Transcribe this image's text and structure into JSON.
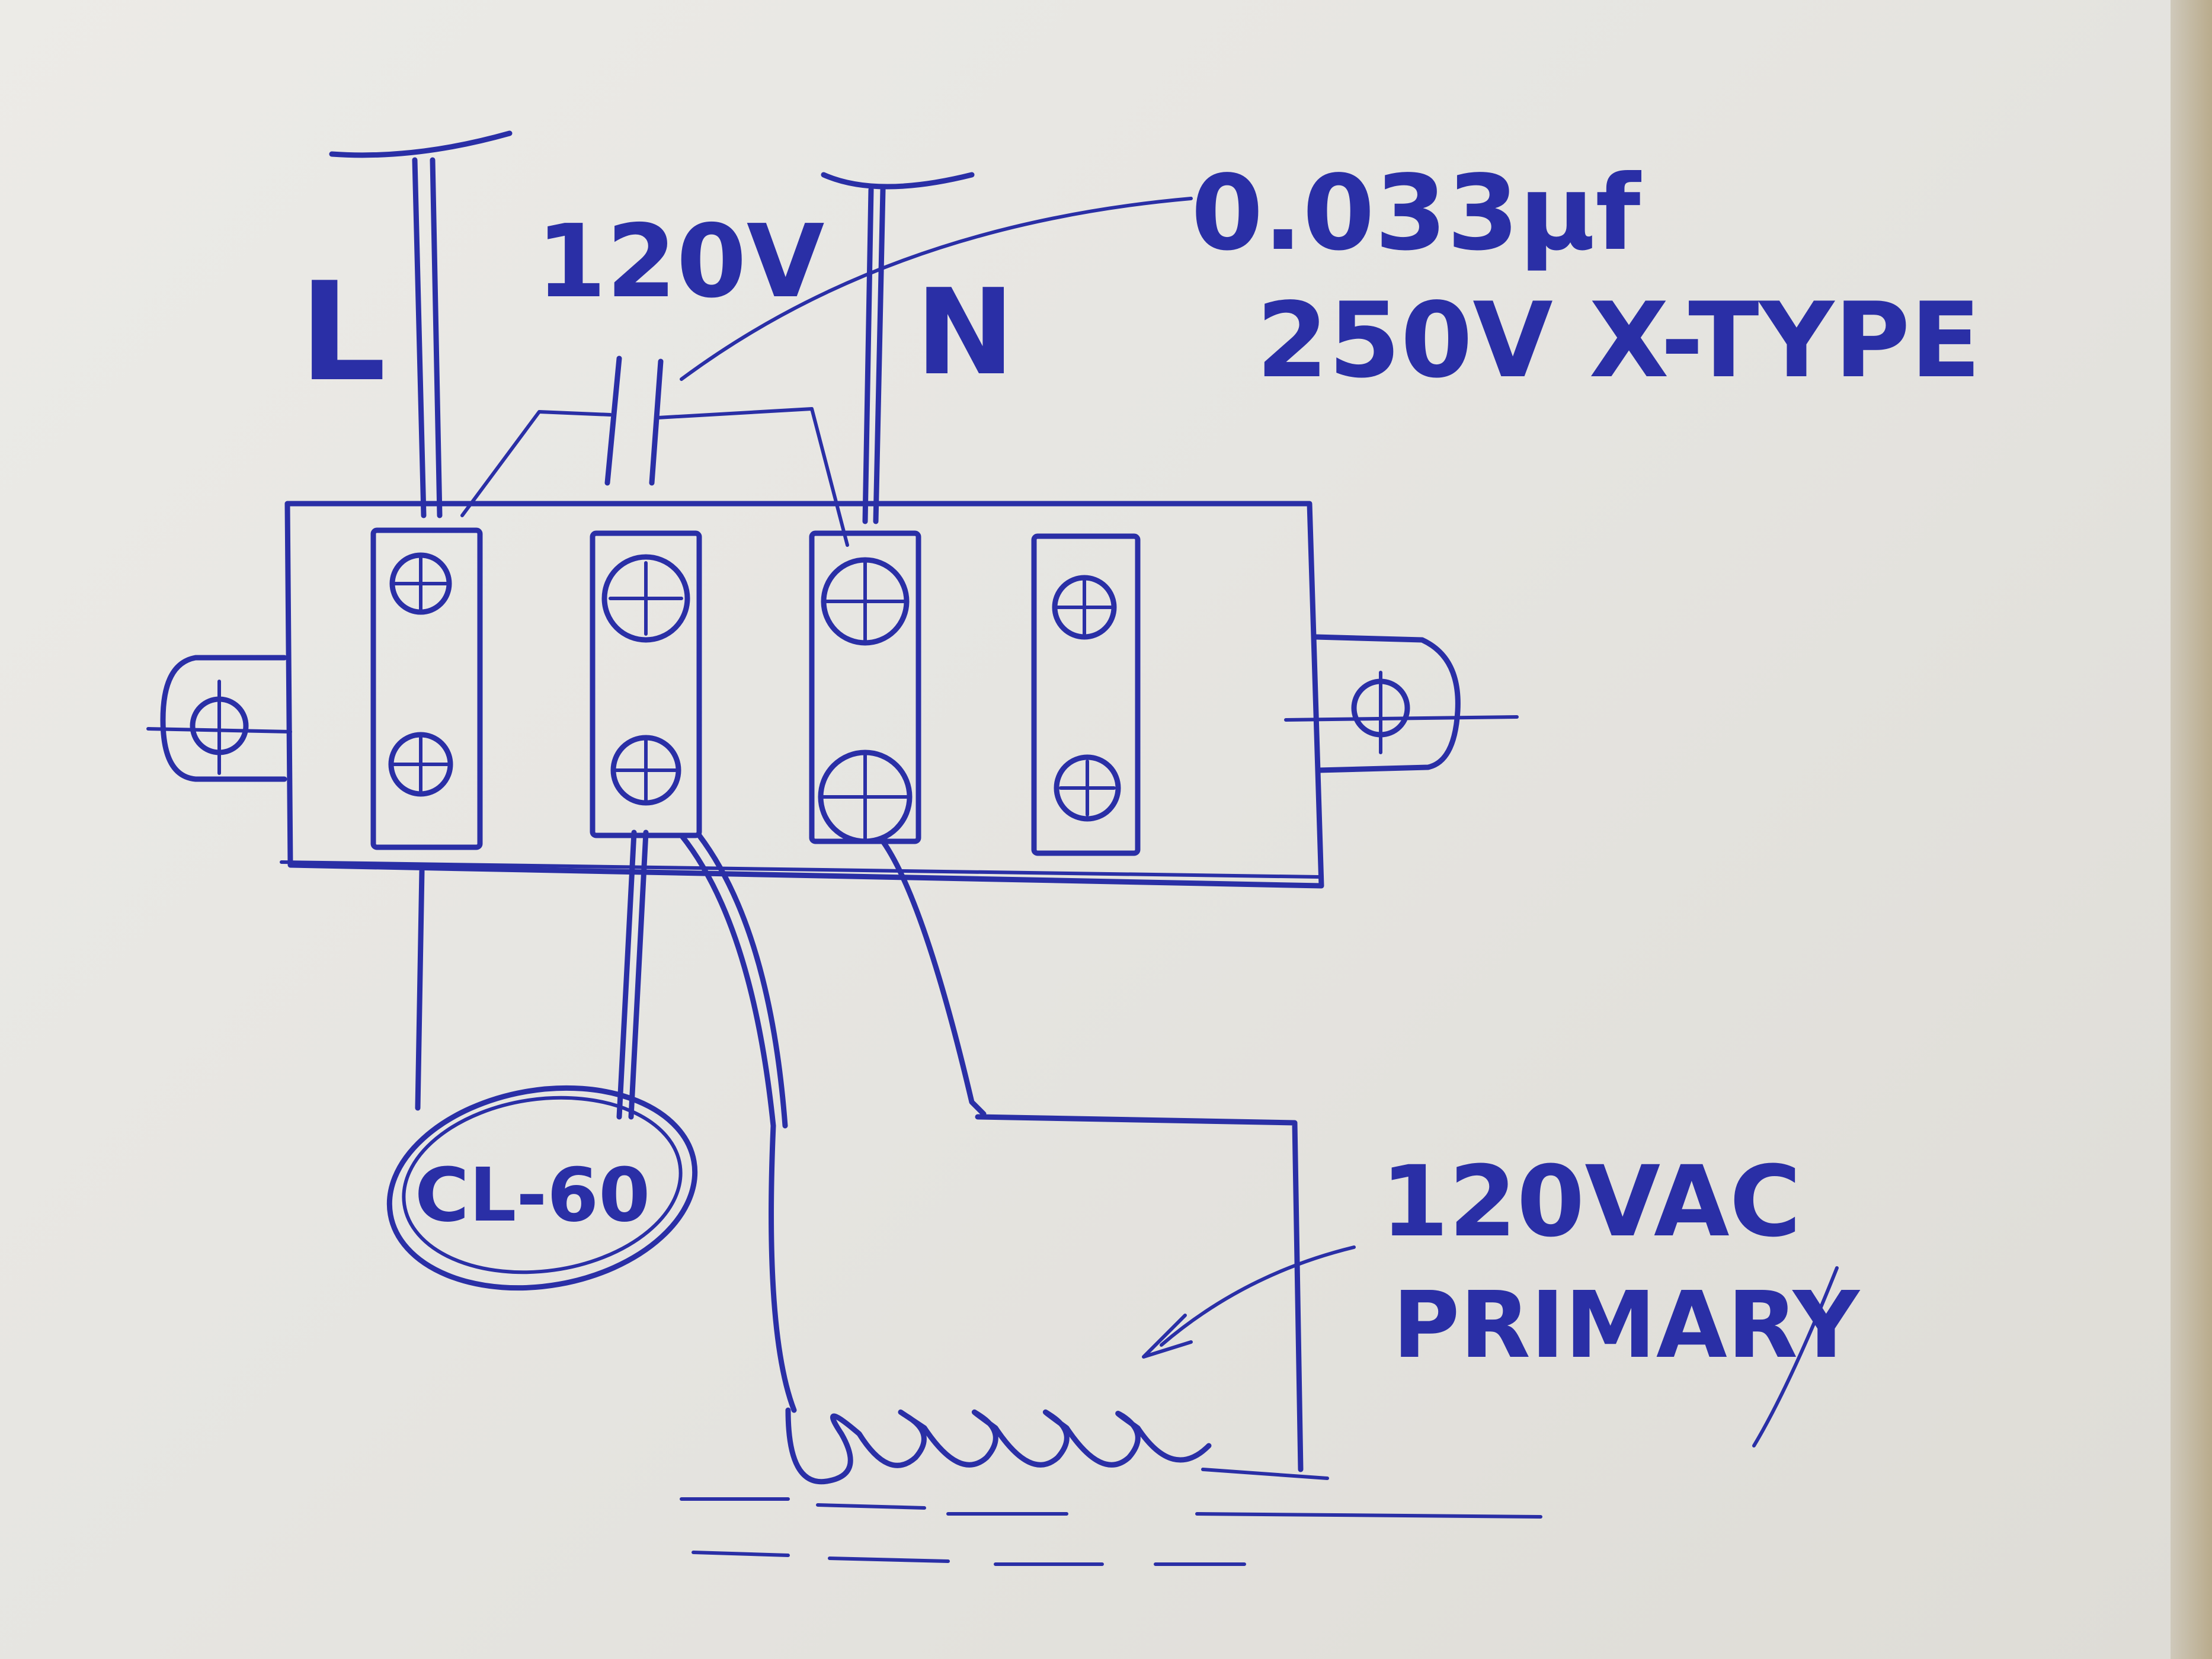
{
  "colors": {
    "ink": "#2a2fa6",
    "paper": "#e9e8e4"
  },
  "labels": {
    "line": "L",
    "neutral": "N",
    "voltage": "120V",
    "capacitor_value": "0.033µf",
    "capacitor_rating": "250V X-TYPE",
    "thermistor": "CL-60",
    "primary_line1": "120VAC",
    "primary_line2": "PRIMARY"
  },
  "components": {
    "terminal_block_positions": 4,
    "screws_per_terminal": 2,
    "capacitor_icon": "capacitor-symbol",
    "primary_coil_icon": "transformer-coil-symbol"
  }
}
